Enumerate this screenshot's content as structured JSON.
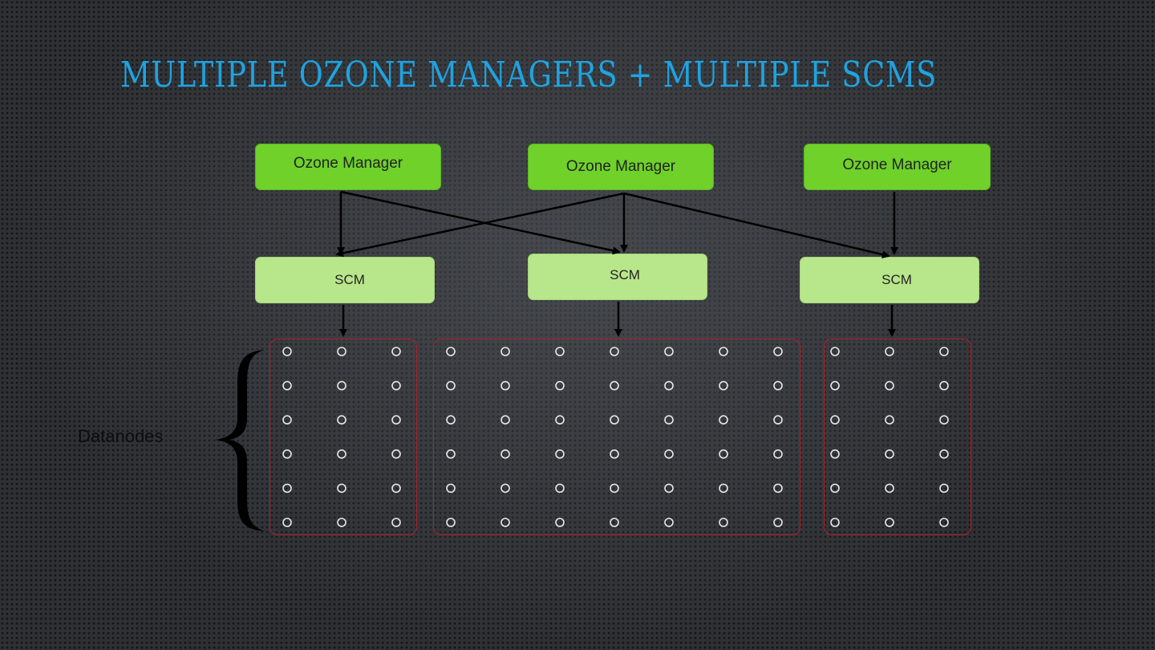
{
  "title": "MULTIPLE OZONE MANAGERS + MULTIPLE SCMS",
  "ozone_managers": [
    {
      "label": "Ozone Manager"
    },
    {
      "label": "Ozone Manager"
    },
    {
      "label": "Ozone Manager"
    }
  ],
  "scms": [
    {
      "label": "SCM"
    },
    {
      "label": "SCM"
    },
    {
      "label": "SCM"
    }
  ],
  "datanodes_label": "Datanodes",
  "clusters": [
    {
      "columns": 3,
      "rows": 6
    },
    {
      "columns": 7,
      "rows": 6
    },
    {
      "columns": 3,
      "rows": 6
    }
  ],
  "colors": {
    "title": "#1fa3e0",
    "ozone_manager": "#6fd12a",
    "scm": "#b8e68a",
    "cluster_border": "#b0202c"
  }
}
